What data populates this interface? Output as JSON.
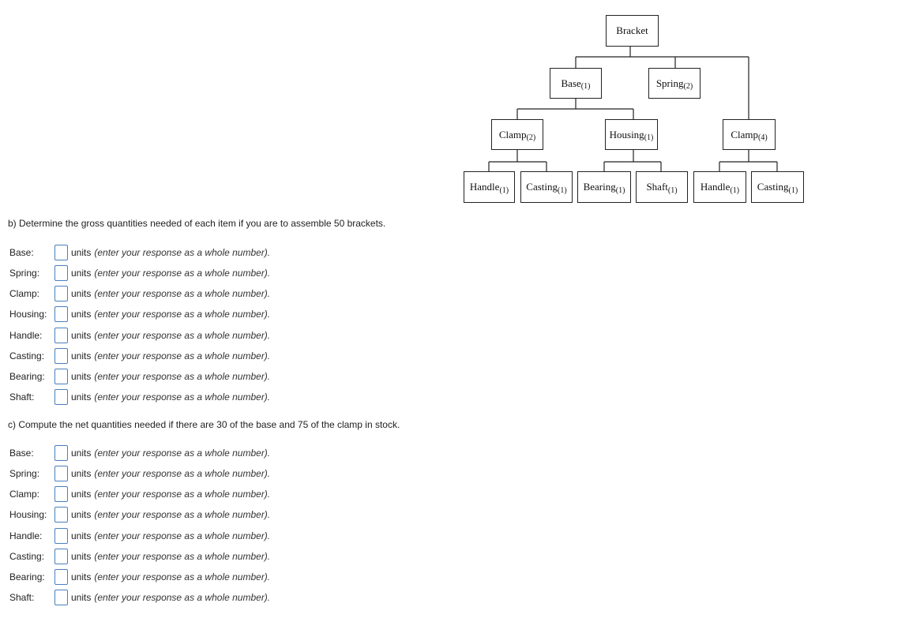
{
  "tree": {
    "bracket": {
      "name": "Bracket",
      "qty": ""
    },
    "base": {
      "name": "Base",
      "qty": "(1)"
    },
    "spring": {
      "name": "Spring",
      "qty": "(2)"
    },
    "clamp_a": {
      "name": "Clamp",
      "qty": "(2)"
    },
    "housing": {
      "name": "Housing",
      "qty": "(1)"
    },
    "clamp_b": {
      "name": "Clamp",
      "qty": "(4)"
    },
    "handle_a": {
      "name": "Handle",
      "qty": "(1)"
    },
    "casting_a": {
      "name": "Casting",
      "qty": "(1)"
    },
    "bearing": {
      "name": "Bearing",
      "qty": "(1)"
    },
    "shaft": {
      "name": "Shaft",
      "qty": "(1)"
    },
    "handle_b": {
      "name": "Handle",
      "qty": "(1)"
    },
    "casting_b": {
      "name": "Casting",
      "qty": "(1)"
    }
  },
  "part_b": {
    "title": "b) Determine the gross quantities needed of each item if you are to assemble 50 brackets.",
    "rows": [
      {
        "label": "Base:",
        "value": ""
      },
      {
        "label": "Spring:",
        "value": ""
      },
      {
        "label": "Clamp:",
        "value": ""
      },
      {
        "label": "Housing:",
        "value": ""
      },
      {
        "label": "Handle:",
        "value": ""
      },
      {
        "label": "Casting:",
        "value": ""
      },
      {
        "label": "Bearing:",
        "value": ""
      },
      {
        "label": "Shaft:",
        "value": ""
      }
    ]
  },
  "part_c": {
    "title": "c) Compute the net quantities needed if there are 30 of the base and 75 of the clamp in stock.",
    "rows": [
      {
        "label": "Base:",
        "value": ""
      },
      {
        "label": "Spring:",
        "value": ""
      },
      {
        "label": "Clamp:",
        "value": ""
      },
      {
        "label": "Housing:",
        "value": ""
      },
      {
        "label": "Handle:",
        "value": ""
      },
      {
        "label": "Casting:",
        "value": ""
      },
      {
        "label": "Bearing:",
        "value": ""
      },
      {
        "label": "Shaft:",
        "value": ""
      }
    ]
  },
  "units_text": "units",
  "hint_text": "(enter your response as a whole number)."
}
